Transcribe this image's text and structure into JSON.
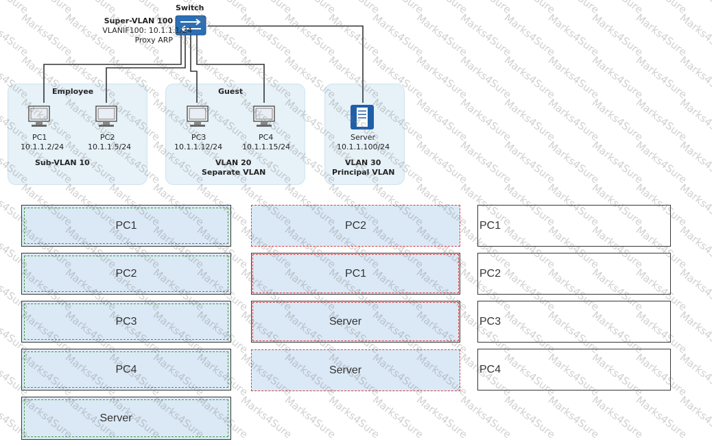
{
  "switch": {
    "label": "Switch",
    "super_vlan": "Super-VLAN 100",
    "vlanif": "VLANIF100: 10.1.1.1/24",
    "proxy": "Proxy ARP"
  },
  "groups": [
    {
      "title": "Employee",
      "footer": [
        "Sub-VLAN 10"
      ],
      "hosts": [
        {
          "name": "PC1",
          "ip": "10.1.1.2/24"
        },
        {
          "name": "PC2",
          "ip": "10.1.1.5/24"
        }
      ]
    },
    {
      "title": "Guest",
      "footer": [
        "VLAN 20",
        "Separate VLAN"
      ],
      "hosts": [
        {
          "name": "PC3",
          "ip": "10.1.1.12/24"
        },
        {
          "name": "PC4",
          "ip": "10.1.1.15/24"
        }
      ]
    },
    {
      "title": "",
      "footer": [
        "VLAN 30",
        "Principal VLAN"
      ],
      "hosts": [
        {
          "name": "Server",
          "ip": "10.1.1.100/24"
        }
      ]
    }
  ],
  "source_items": [
    "PC1",
    "PC2",
    "PC3",
    "PC4",
    "Server"
  ],
  "answer_items": [
    "PC2",
    "PC1",
    "Server",
    "Server"
  ],
  "target_items": [
    "PC1",
    "PC2",
    "PC3",
    "PC4"
  ],
  "watermark": "Marks4Sure",
  "colors": {
    "group_bg": "#e6f1f8",
    "box_bg": "#dbe9f6",
    "green_dash": "#3c9a3c",
    "red_dash": "#d43c3c",
    "server_blue": "#1f5fa8"
  }
}
